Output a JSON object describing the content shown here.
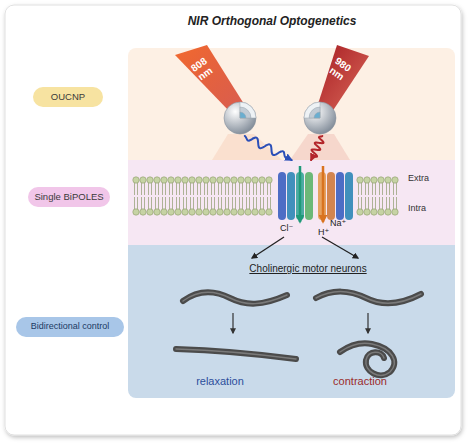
{
  "diagram": {
    "title": "NIR Orthogonal Optogenetics",
    "nodes": [
      {
        "text": [
          "OUCNP"
        ]
      },
      {
        "text": [
          "808 nm"
        ]
      },
      {
        "text": [
          "980 nm"
        ]
      },
      {
        "text": [
          "Single BiPOLES"
        ]
      },
      {
        "text": [
          "Extra",
          "Intra",
          "Cl⁻",
          "Na⁺",
          "H⁺"
        ]
      },
      {
        "text": [
          "Bidirectional control"
        ]
      },
      {
        "text": [
          "Cholinergic motor neurons",
          "relaxation",
          "contraction"
        ]
      }
    ],
    "edges": [
      {
        "from": 1,
        "to": 4,
        "arrow": "to"
      },
      {
        "from": 2,
        "to": 4,
        "arrow": "to"
      }
    ]
  }
}
